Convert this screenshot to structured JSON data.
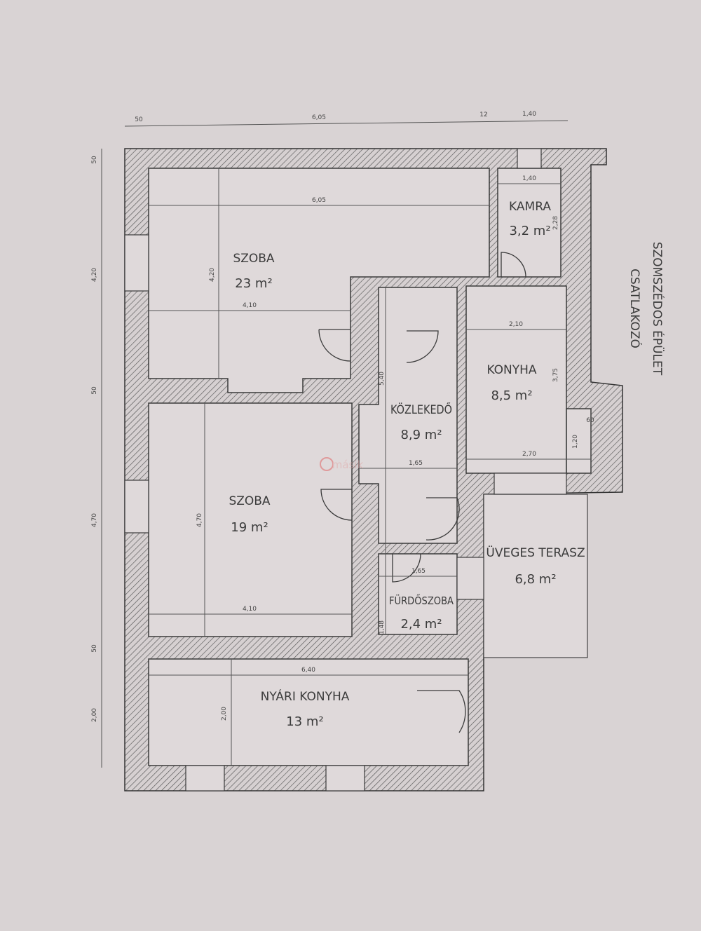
{
  "rooms": [
    {
      "name": "SZOBA",
      "area": "23 m²"
    },
    {
      "name": "KAMRA",
      "area": "3,2 m²"
    },
    {
      "name": "KONYHA",
      "area": "8,5 m²"
    },
    {
      "name": "KÖZLEKEDŐ",
      "area": "8,9 m²"
    },
    {
      "name": "SZOBA",
      "area": "19 m²"
    },
    {
      "name": "FÜRDŐSZOBA",
      "area": "2,4 m²"
    },
    {
      "name": "ÜVEGES TERASZ",
      "area": "6,8 m²"
    },
    {
      "name": "NYÁRI KONYHA",
      "area": "13 m²"
    }
  ],
  "side_note": [
    "CSATLAKOZÓ",
    "SZOMSZÉDOS ÉPÜLET"
  ],
  "dims": {
    "top": [
      "50",
      "6,05",
      "12",
      "1,40"
    ],
    "left": [
      "50",
      "4,20",
      "50",
      "4,70",
      "50",
      "2,00"
    ],
    "inner": {
      "szoba1_w": "6,05",
      "szoba1_h": "4,20",
      "szoba1_w2": "4,10",
      "kamra_w": "1,40",
      "kamra_h": "2,28",
      "konyha_w": "2,10",
      "konyha_h": "3,75",
      "konyha_w2": "2,70",
      "small_w": "60",
      "small_h": "1,20",
      "kozl_h": "5,40",
      "kozl_w": "1,65",
      "szoba2_h": "4,70",
      "szoba2_w": "4,10",
      "furdo_w": "1,65",
      "furdo_h": "1,48",
      "nyari_w": "6,40",
      "nyari_h": "2,00"
    }
  },
  "watermark": "másik"
}
